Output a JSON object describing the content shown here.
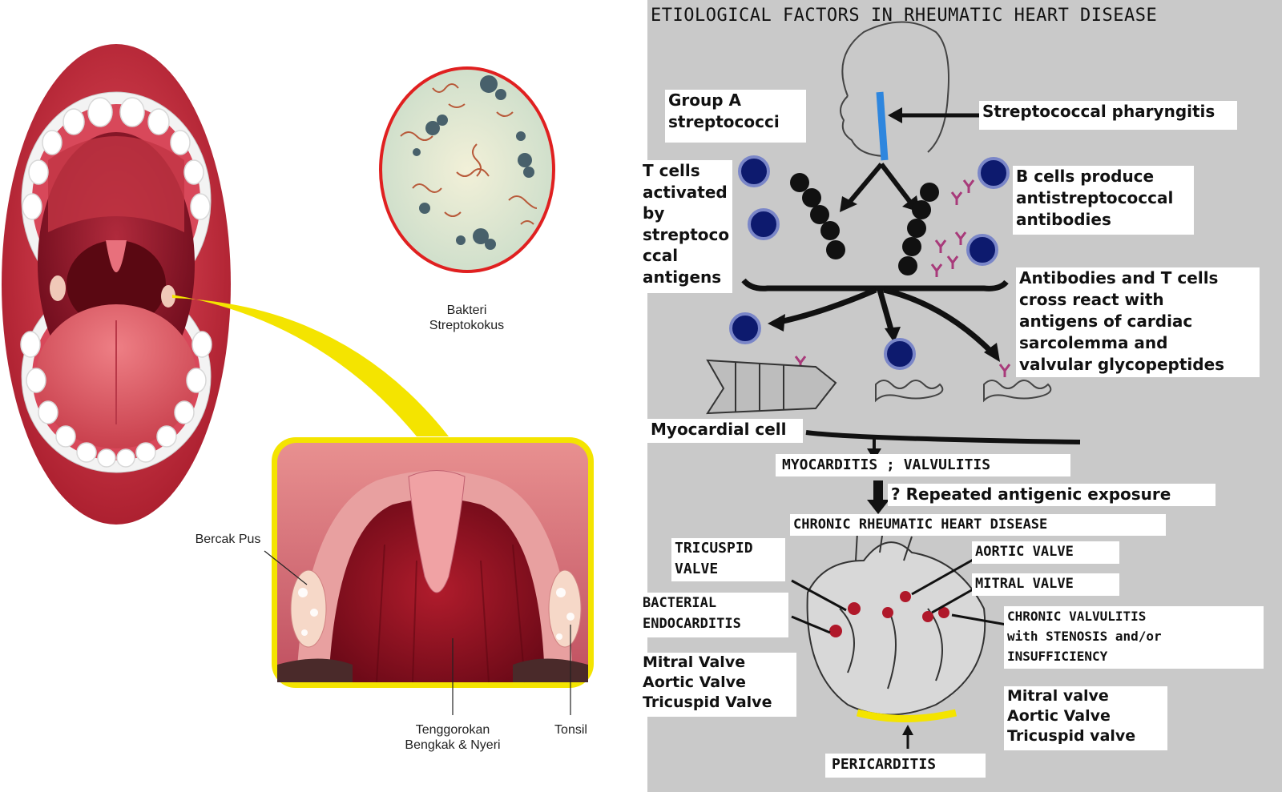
{
  "left": {
    "bacteria_label": "Bakteri\nStreptokokus",
    "pus_label": "Bercak Pus",
    "throat_label": "Tenggorokan\nBengkak & Nyeri",
    "tonsil_label": "Tonsil"
  },
  "right": {
    "title": "ETIOLOGICAL FACTORS IN RHEUMATIC HEART DISEASE",
    "group_a": "Group A\nstreptococci",
    "pharyngitis": "Streptococcal pharyngitis",
    "t_cells": "T cells\nactivated\nby\nstreptoco\nccal\nantigens",
    "b_cells": "B cells produce\nantistreptococcal\nantibodies",
    "cross_react": "Antibodies and T cells\ncross react with\nantigens of cardiac\nsarcolemma and\nvalvular glycopeptides",
    "myocardial_cell": "Myocardial cell",
    "myocarditis": "MYOCARDITIS ; VALVULITIS",
    "repeated": "? Repeated antigenic exposure",
    "chronic_rhd": "CHRONIC RHEUMATIC HEART DISEASE",
    "tricuspid": "TRICUSPID\nVALVE",
    "aortic": "AORTIC VALVE",
    "mitral": "MITRAL VALVE",
    "bacterial_endo": "BACTERIAL\nENDOCARDITIS",
    "valves_left": "Mitral Valve\nAortic Valve\nTricuspid Valve",
    "chronic_valvulitis": "CHRONIC VALVULITIS\nwith STENOSIS and/or\nINSUFFICIENCY",
    "valves_right": "Mitral valve\nAortic Valve\nTricuspid valve",
    "pericarditis": "PERICARDITIS"
  },
  "colors": {
    "lip_red": "#c62a3a",
    "mouth_dark": "#7a1020",
    "tongue": "#e0606a",
    "highlight_yellow": "#f4e400",
    "bacteria_border": "#e02020",
    "cell_blue": "#1a237e",
    "right_bg": "#c9c9c9"
  }
}
